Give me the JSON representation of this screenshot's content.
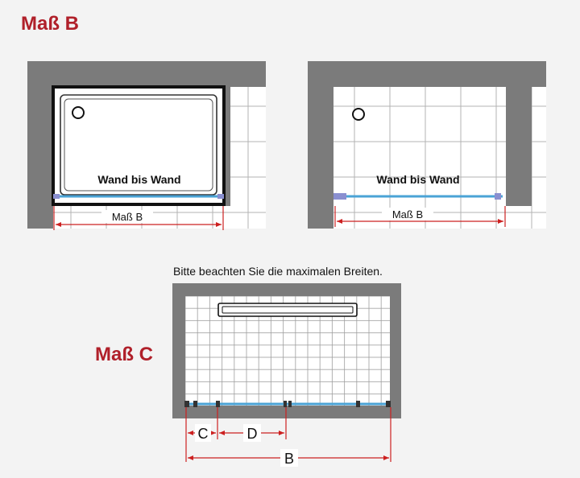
{
  "heading_b": "Maß B",
  "heading_c": "Maß C",
  "diagram1": {
    "label_wall": "Wand bis Wand",
    "label_dim": "Maß B"
  },
  "diagram2": {
    "label_wall": "Wand bis Wand",
    "label_dim": "Maß B"
  },
  "diagram3": {
    "note": "Bitte beachten Sie die maximalen Breiten.",
    "dim_c": "C",
    "dim_d": "D",
    "dim_b": "B"
  },
  "colors": {
    "accent_red": "#b0202a",
    "wall_gray": "#7b7b7b",
    "glass_blue": "#4aa3d6",
    "dimension_red": "#cc2020"
  }
}
